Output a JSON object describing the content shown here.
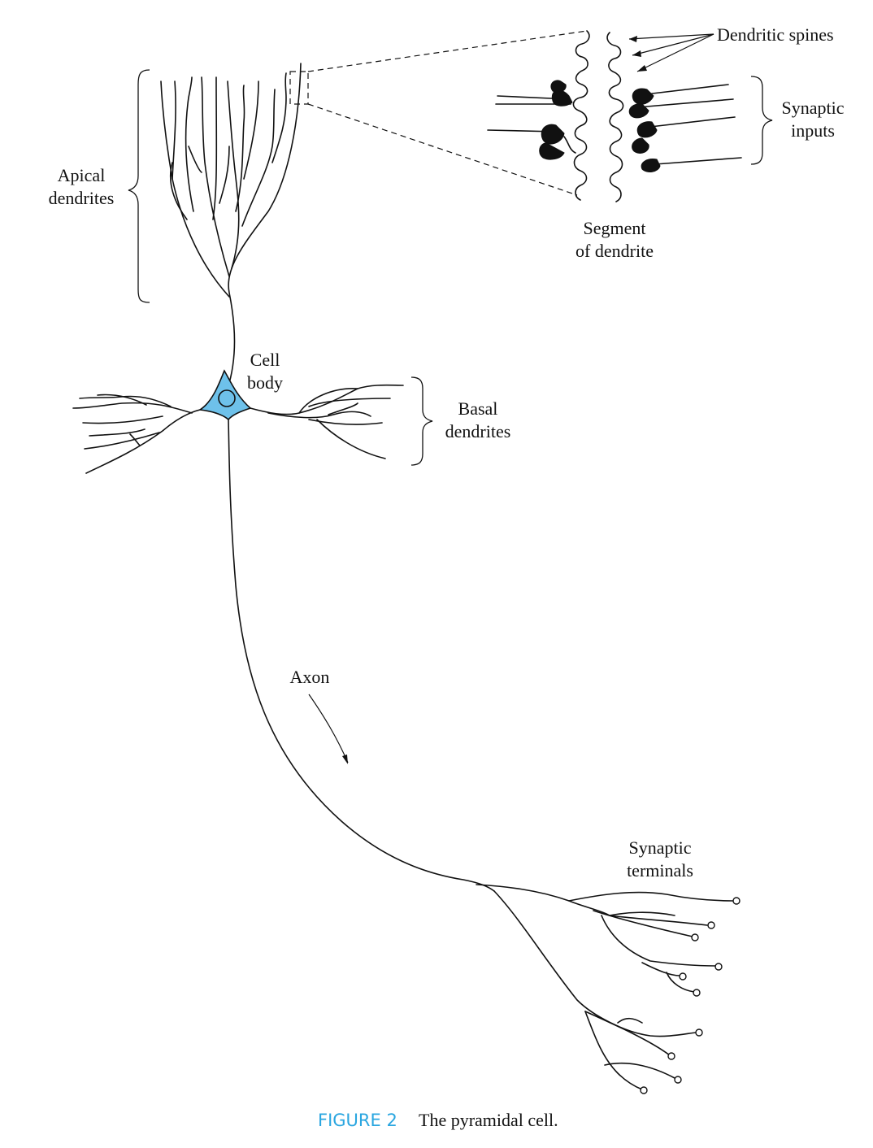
{
  "labels": {
    "apical_line1": "Apical",
    "apical_line2": "dendrites",
    "dendritic_spines": "Dendritic spines",
    "synaptic_inputs_line1": "Synaptic",
    "synaptic_inputs_line2": "inputs",
    "segment_line1": "Segment",
    "segment_line2": "of dendrite",
    "cell_body_line1": "Cell",
    "cell_body_line2": "body",
    "basal_line1": "Basal",
    "basal_line2": "dendrites",
    "axon": "Axon",
    "terminals_line1": "Synaptic",
    "terminals_line2": "terminals"
  },
  "caption": {
    "number": "FIGURE 2",
    "text": "The pyramidal cell."
  },
  "colors": {
    "ink": "#111111",
    "cell_body_fill": "#6ec1ea",
    "caption_accent": "#2aa6e0"
  }
}
